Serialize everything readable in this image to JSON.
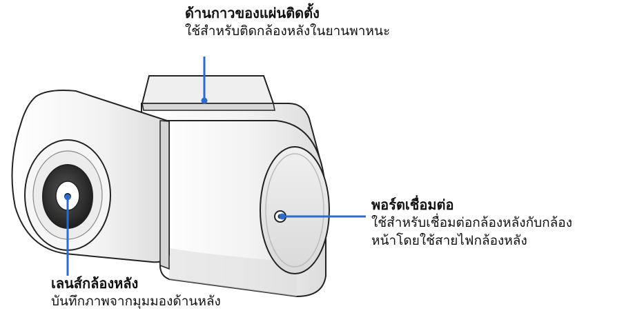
{
  "callouts": {
    "mount": {
      "title": "ด้านกาวของแผ่นติดตั้ง",
      "lines": [
        "ใช้สำหรับติดกล้องหลังในยานพาหนะ"
      ]
    },
    "port": {
      "title": "พอร์ตเชื่อมต่อ",
      "lines": [
        "ใช้สำหรับเชื่อมต่อกล้องหลังกับกล้อง",
        "หน้าโดยใช้สายไฟกล้องหลัง"
      ]
    },
    "lens": {
      "title": "เลนส์กล้องหลัง",
      "lines": [
        "บันทึกภาพจากมุมมองด้านหลัง"
      ]
    }
  },
  "colors": {
    "accent": "#2a6bd1",
    "outline": "#222222",
    "body_fill": "#f4f4f4",
    "shade": "#e2e2e2"
  }
}
